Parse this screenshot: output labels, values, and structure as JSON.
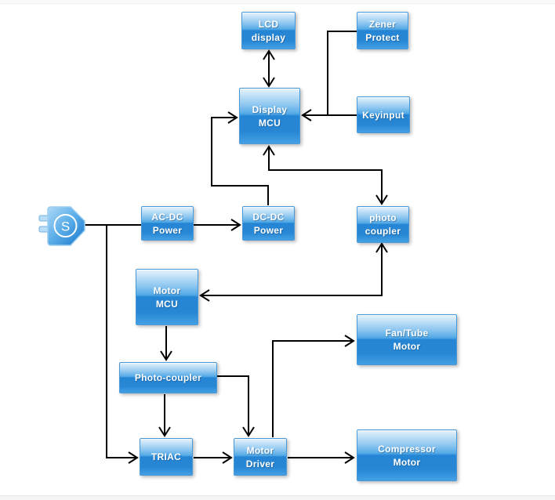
{
  "diagram": {
    "type": "block-diagram",
    "description": "Appliance control system block diagram"
  },
  "plug": {
    "letter": "S"
  },
  "nodes": {
    "lcd": {
      "line1": "LCD",
      "line2": "display"
    },
    "zener": {
      "line1": "Zener",
      "line2": "Protect"
    },
    "display_mcu": {
      "line1": "Display",
      "line2": "MCU"
    },
    "keyinput": {
      "line1": "Keyinput"
    },
    "acdc": {
      "line1": "AC-DC",
      "line2": "Power"
    },
    "dcdc": {
      "line1": "DC-DC",
      "line2": "Power"
    },
    "photo_coupler_upper": {
      "line1": "photo",
      "line2": "coupler"
    },
    "motor_mcu": {
      "line1": "Motor",
      "line2": "MCU"
    },
    "photo_coupler_lower": {
      "line1": "Photo-coupler"
    },
    "triac": {
      "line1": "TRIAC"
    },
    "motor_driver": {
      "line1": "Motor",
      "line2": "Driver"
    },
    "fan_tube_motor": {
      "line1": "Fan/Tube",
      "line2": "Motor"
    },
    "compressor_motor": {
      "line1": "Compressor",
      "line2": "Motor"
    }
  },
  "connections": [
    {
      "from": "lcd",
      "to": "display_mcu",
      "arrows": "both"
    },
    {
      "from": "zener",
      "to": "keyinput-line",
      "arrows": "none"
    },
    {
      "from": "keyinput",
      "to": "display_mcu",
      "arrows": "end"
    },
    {
      "from": "display_mcu",
      "to": "photo_coupler_upper",
      "arrows": "both"
    },
    {
      "from": "plug",
      "to": "acdc",
      "arrows": "none"
    },
    {
      "from": "plug",
      "to": "triac",
      "arrows": "end"
    },
    {
      "from": "acdc",
      "to": "dcdc",
      "arrows": "end"
    },
    {
      "from": "dcdc",
      "to": "display_mcu",
      "arrows": "end"
    },
    {
      "from": "photo_coupler_upper",
      "to": "motor_mcu",
      "arrows": "both"
    },
    {
      "from": "motor_mcu",
      "to": "photo_coupler_lower",
      "arrows": "end"
    },
    {
      "from": "photo_coupler_lower",
      "to": "triac",
      "arrows": "end"
    },
    {
      "from": "triac",
      "to": "motor_driver",
      "arrows": "end"
    },
    {
      "from": "photo_coupler_lower",
      "to": "motor_driver",
      "arrows": "end"
    },
    {
      "from": "motor_driver",
      "to": "fan_tube_motor",
      "arrows": "end"
    },
    {
      "from": "motor_driver",
      "to": "compressor_motor",
      "arrows": "end"
    }
  ],
  "colors": {
    "node_top": "#e6f3fc",
    "node_light": "#8dc6f0",
    "node_mid": "#53a9e6",
    "node_deep": "#2585d5",
    "node_bottom": "#44a0e4",
    "node_border": "#4a98d6",
    "arrow": "#000000",
    "plug_light": "#aed9f7",
    "plug_dark": "#1678cc",
    "strip_bg": "#f5f5f5",
    "strip_bg_top": "#fafafa",
    "strip_line": "#e6e6e6",
    "canvas_bg": "#ffffff"
  }
}
